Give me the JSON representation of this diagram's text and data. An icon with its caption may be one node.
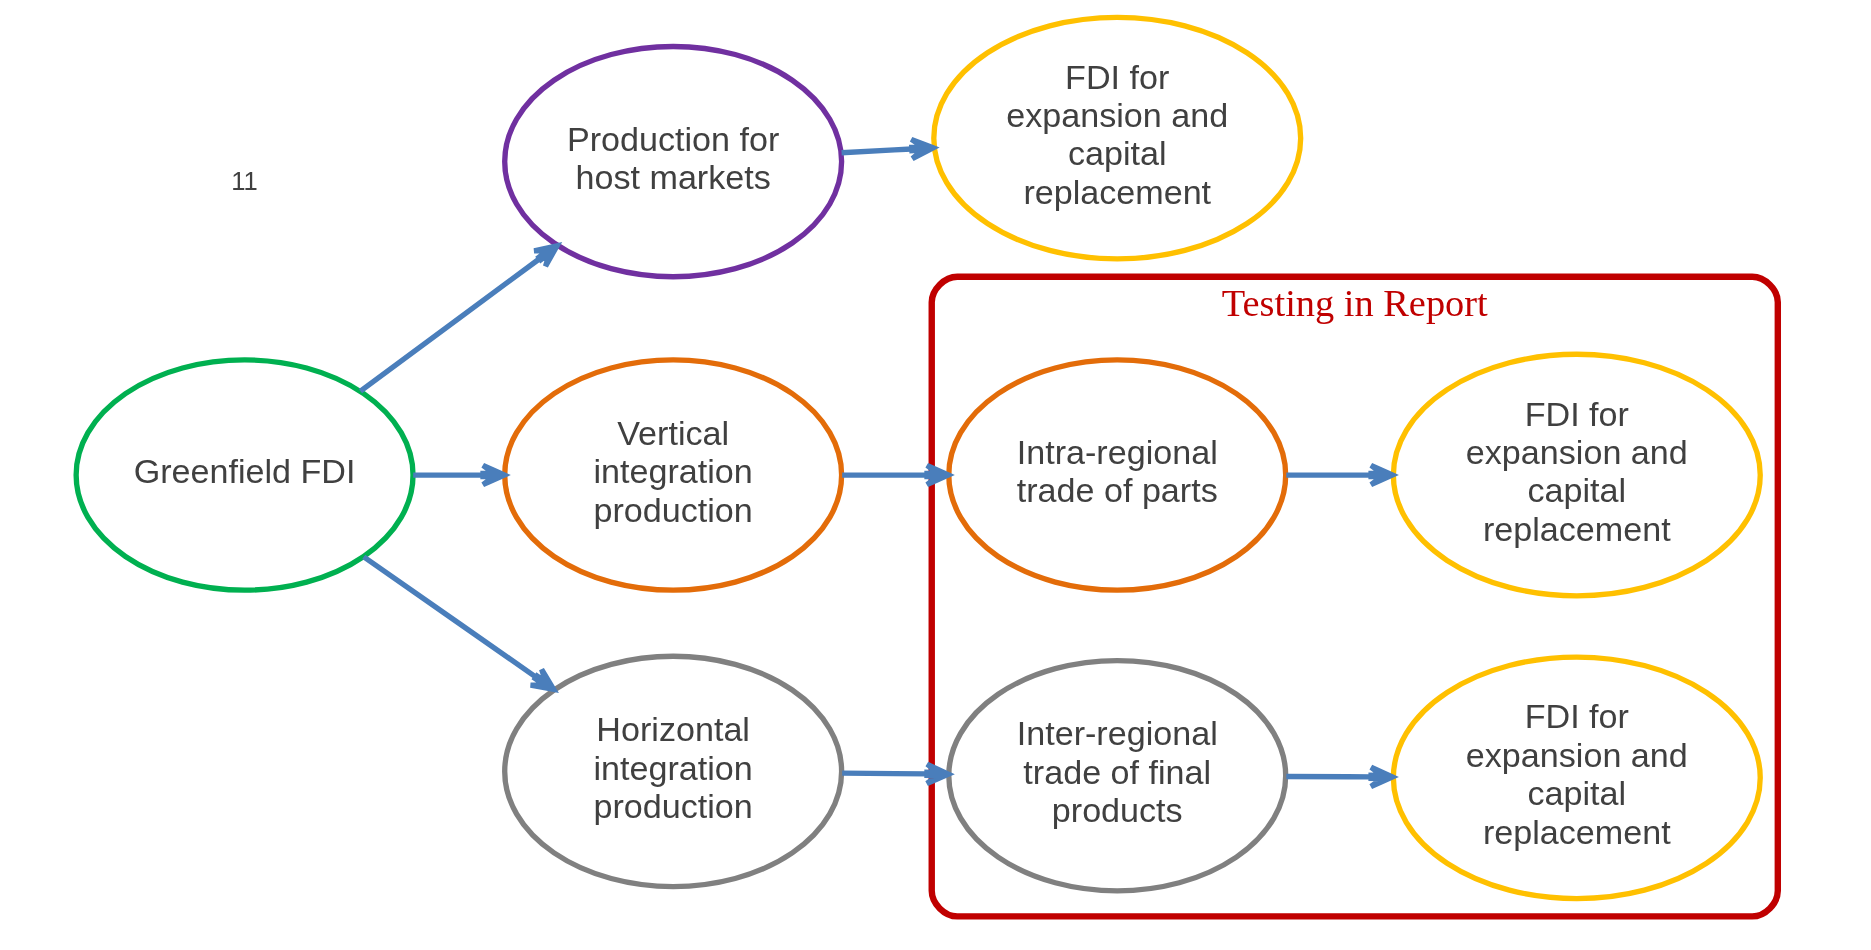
{
  "diagram": {
    "nodes": [
      {
        "text": [
          "Greenfield FDI"
        ]
      },
      {
        "text": [
          "Production for host markets"
        ]
      },
      {
        "text": [
          "FDI for expansion and capital replacement"
        ]
      },
      {
        "text": [
          "Testing in Report"
        ]
      },
      {
        "text": [
          "Vertical integration production"
        ]
      },
      {
        "text": [
          "Intra-regional trade of parts"
        ],
        "in": 3
      },
      {
        "text": [
          "FDI for expansion and capital replacement"
        ],
        "in": 3
      },
      {
        "text": [
          "Horizontal integration production"
        ]
      },
      {
        "text": [
          "Inter-regional trade of final products"
        ],
        "in": 3
      },
      {
        "text": [
          "FDI for expansion and capital replacement"
        ],
        "in": 3
      }
    ],
    "edges": [
      {
        "from": 0,
        "to": 1,
        "arrow": "to"
      },
      {
        "from": 1,
        "to": 2,
        "arrow": "to"
      },
      {
        "from": 0,
        "to": 4,
        "arrow": "to"
      },
      {
        "from": 0,
        "to": 7,
        "arrow": "to"
      },
      {
        "from": 4,
        "to": 5,
        "arrow": "to"
      },
      {
        "from": 5,
        "to": 6,
        "arrow": "to"
      },
      {
        "from": 7,
        "to": 8,
        "arrow": "to"
      },
      {
        "from": 8,
        "to": 9,
        "arrow": "to"
      }
    ],
    "labels": [
      "11"
    ]
  }
}
